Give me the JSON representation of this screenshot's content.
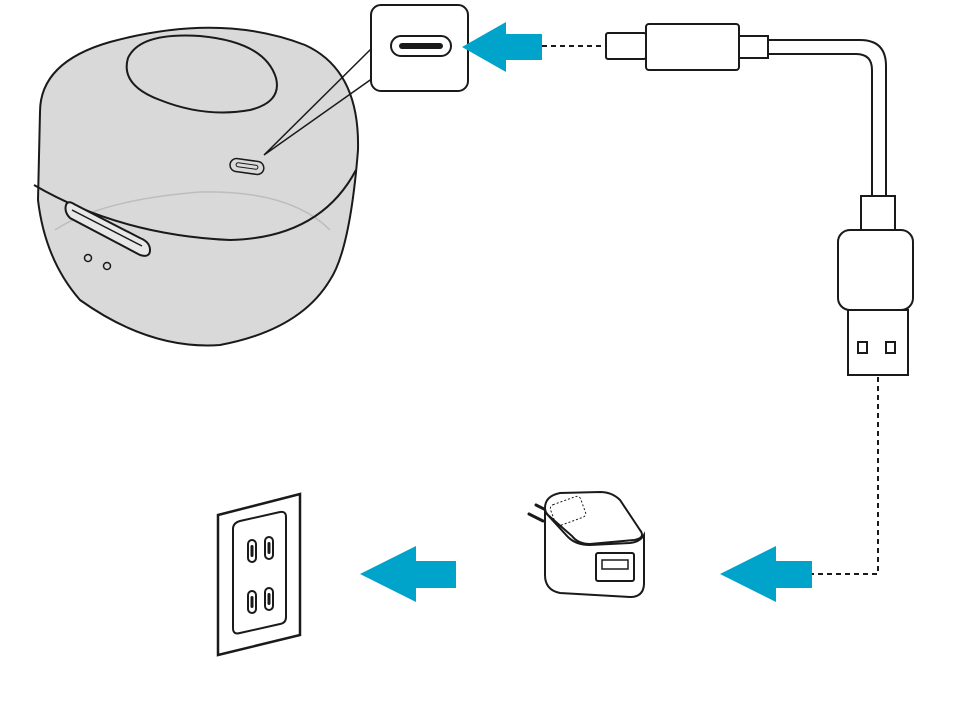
{
  "diagram": {
    "components": [
      {
        "id": "charging-case",
        "icon": "earbud-charging-case-icon"
      },
      {
        "id": "usb-c-port-callout",
        "icon": "usb-c-port-icon"
      },
      {
        "id": "usb-cable",
        "icon": "usb-c-to-usb-a-cable-icon"
      },
      {
        "id": "power-adapter",
        "icon": "usb-wall-adapter-icon"
      },
      {
        "id": "wall-outlet",
        "icon": "wall-outlet-icon"
      }
    ],
    "arrows": [
      {
        "id": "cable-to-case",
        "direction": "left"
      },
      {
        "id": "cable-to-adapter",
        "direction": "left"
      },
      {
        "id": "adapter-to-outlet",
        "direction": "left"
      }
    ],
    "colors": {
      "arrow": "#00a3c9",
      "line": "#1a1a1a",
      "case_fill": "#d9d9d9",
      "background": "#ffffff"
    }
  }
}
